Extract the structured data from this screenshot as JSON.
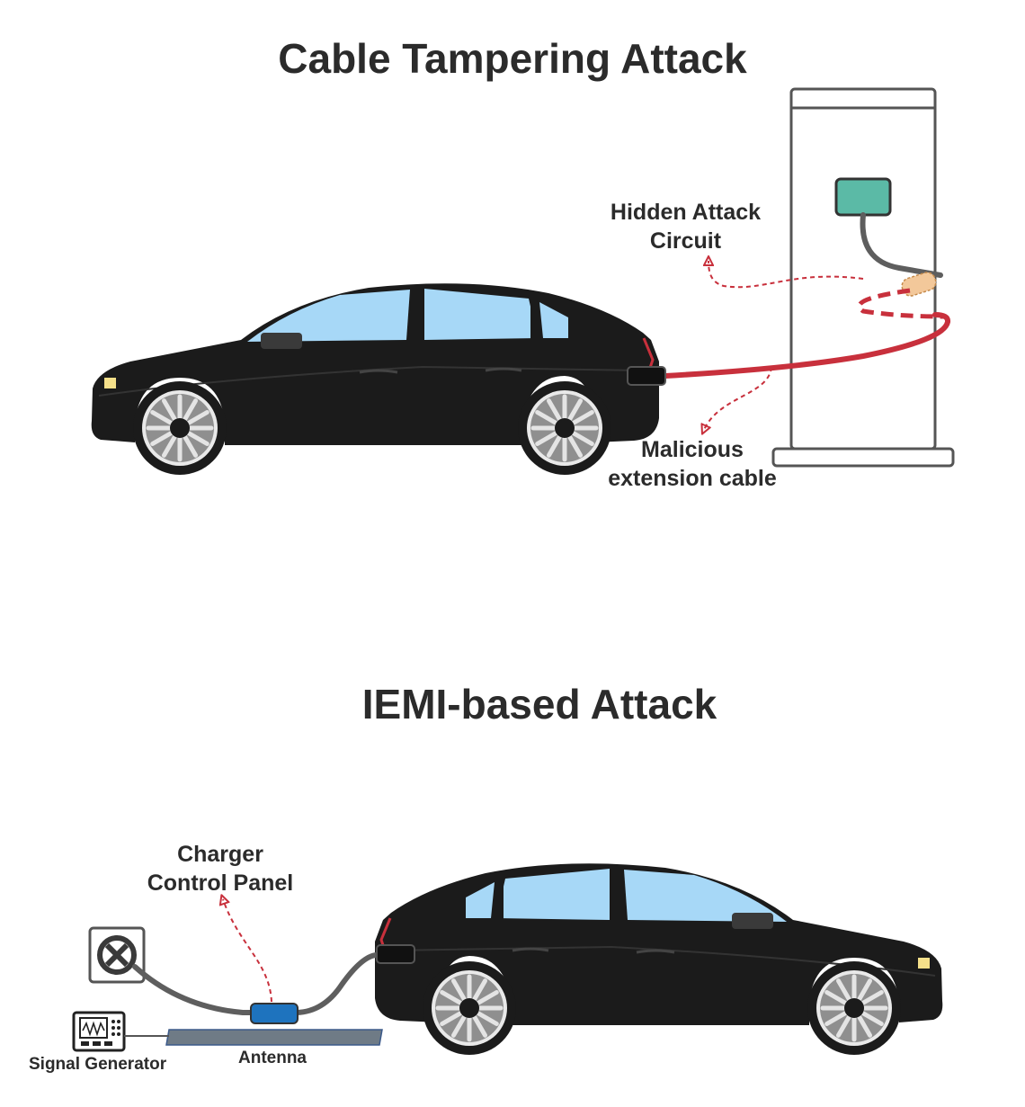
{
  "titles": {
    "top": "Cable Tampering Attack",
    "bottom": "IEMI-based Attack"
  },
  "labels": {
    "hidden_attack_circuit": [
      "Hidden Attack",
      "Circuit"
    ],
    "malicious_extension_cable": [
      "Malicious",
      "extension cable"
    ],
    "charger_control_panel": [
      "Charger",
      "Control Panel"
    ],
    "antenna": "Antenna",
    "signal_generator": "Signal Generator"
  },
  "colors": {
    "car_body": "#1b1b1b",
    "window": "#a7d8f7",
    "cable_red": "#c8303c",
    "cable_gray": "#5e5e5e",
    "charger_screen": "#5bbaa6",
    "attack_circuit": "#f3c89a",
    "control_panel": "#1e73be",
    "antenna": "#6f7b86",
    "headlight": "#f5e08a"
  }
}
